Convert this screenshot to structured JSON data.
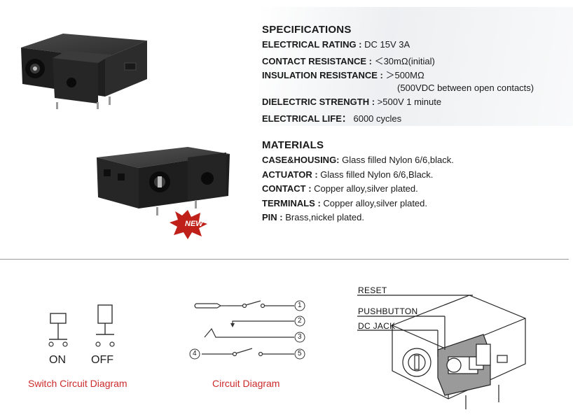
{
  "specifications": {
    "title": "SPECIFICATIONS",
    "rows": [
      {
        "key": "ELECTRICAL RATING :",
        "value": " DC 15V 3A"
      },
      {
        "key": "CONTACT RESISTANCE :",
        "value": " ＜30mΩ(initial)"
      },
      {
        "key": "INSULATION RESISTANCE :",
        "value": " ＞500MΩ"
      },
      {
        "key": "",
        "value": "(500VDC between open contacts)"
      },
      {
        "key": "DIELECTRIC STRENGTH :",
        "value": " >500V 1 minute"
      },
      {
        "key": "ELECTRICAL LIFE：",
        "value": " 6000 cycles"
      }
    ]
  },
  "materials": {
    "title": "MATERIALS",
    "rows": [
      {
        "key": "CASE&HOUSING:",
        "value": " Glass filled Nylon 6/6,black."
      },
      {
        "key": "ACTUATOR :",
        "value": " Glass filled Nylon 6/6,Black."
      },
      {
        "key": "CONTACT :",
        "value": " Copper alloy,silver plated."
      },
      {
        "key": "TERMINALS :",
        "value": " Copper alloy,silver plated."
      },
      {
        "key": "PIN :",
        "value": " Brass,nickel plated."
      }
    ]
  },
  "new_badge": "NEW",
  "switch_diagram": {
    "caption": "Switch Circuit Diagram",
    "on_label": "ON",
    "off_label": "OFF"
  },
  "circuit_diagram": {
    "caption": "Circuit Diagram",
    "terminals": [
      "1",
      "2",
      "3",
      "4",
      "5"
    ]
  },
  "component_diagram": {
    "labels": [
      "RESET",
      "PUSHBUTTON",
      "DC JACK"
    ]
  },
  "colors": {
    "caption_red": "#cc2a2a",
    "body_black": "#1e1e1e",
    "badge_red": "#c0201a"
  }
}
